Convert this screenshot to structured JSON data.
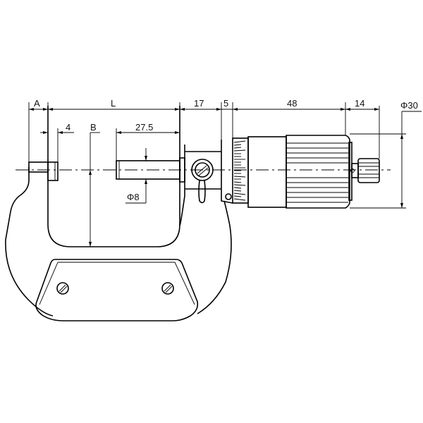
{
  "drawing": {
    "subject": "Outside micrometer with disc/blade anvils — dimension drawing",
    "line_color": "#000000",
    "background": "#ffffff"
  },
  "dimensions": {
    "A": "A",
    "L": "L",
    "frame_to_sleeve": "17",
    "lock_width": "5",
    "thimble_length": "48",
    "ratchet_length": "14",
    "thimble_diameter": "Φ30",
    "anvil_thickness": "4",
    "B": "B",
    "spindle_length": "27.5",
    "spindle_diameter": "Φ8"
  }
}
